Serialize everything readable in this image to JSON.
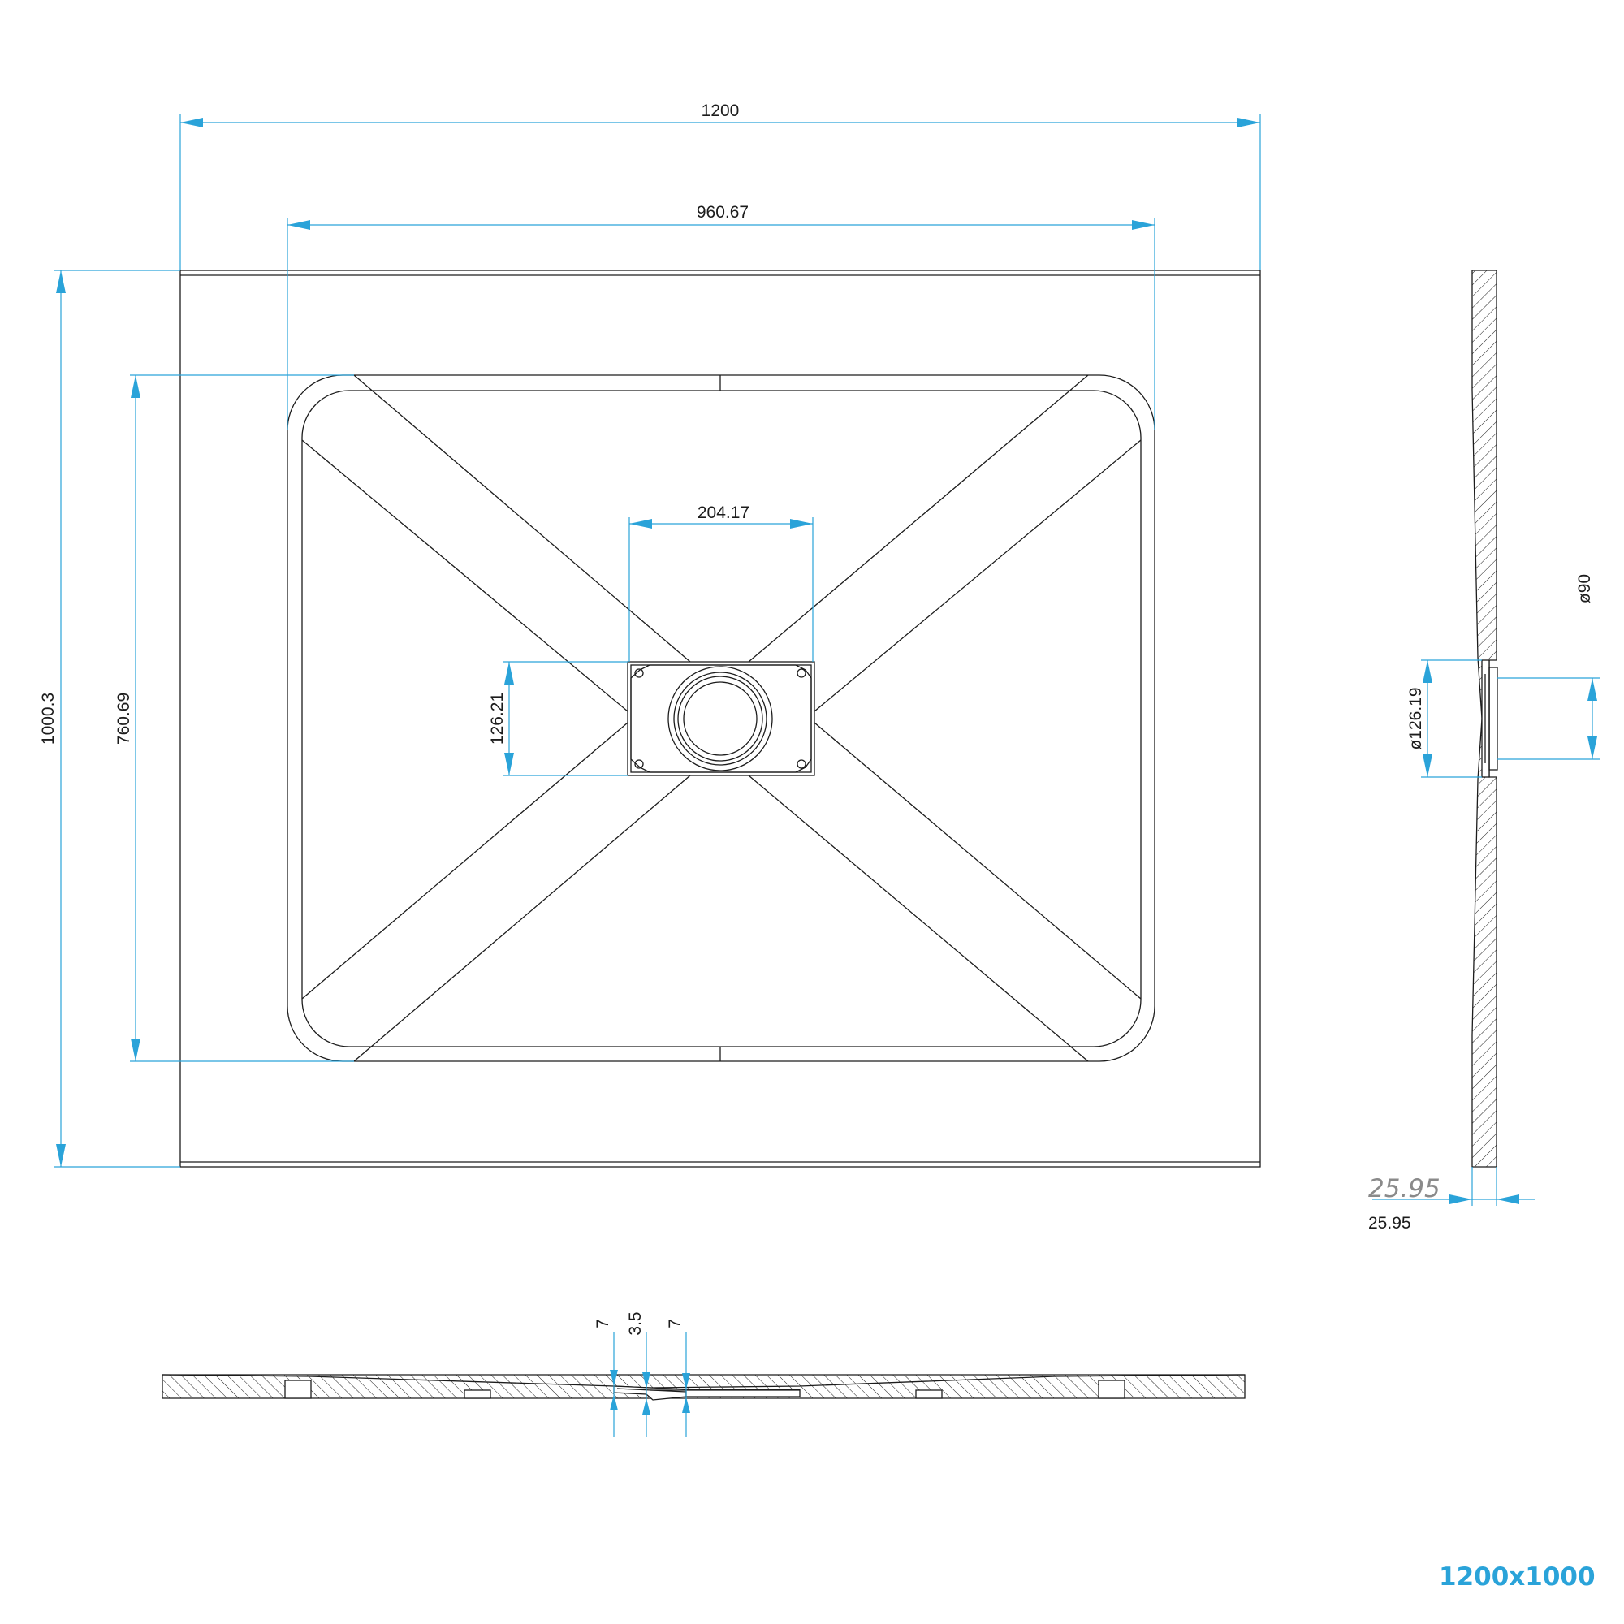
{
  "dimensions": {
    "overall_width": "1200",
    "inner_width": "960.67",
    "drain_width": "204.17",
    "overall_height": "1000.3",
    "inner_height": "760.69",
    "drain_height": "126.21",
    "pipe_diameter": "ø90",
    "outlet_diameter": "ø126.19",
    "side_thickness": "25.95",
    "side_thickness_ghost": "25.95",
    "section_a": "7",
    "section_b": "3.5",
    "section_c": "7"
  },
  "model_label": "1200x1000",
  "colors": {
    "dimension_blue": "#2aa3d9",
    "line_black": "#1c1c1c"
  }
}
